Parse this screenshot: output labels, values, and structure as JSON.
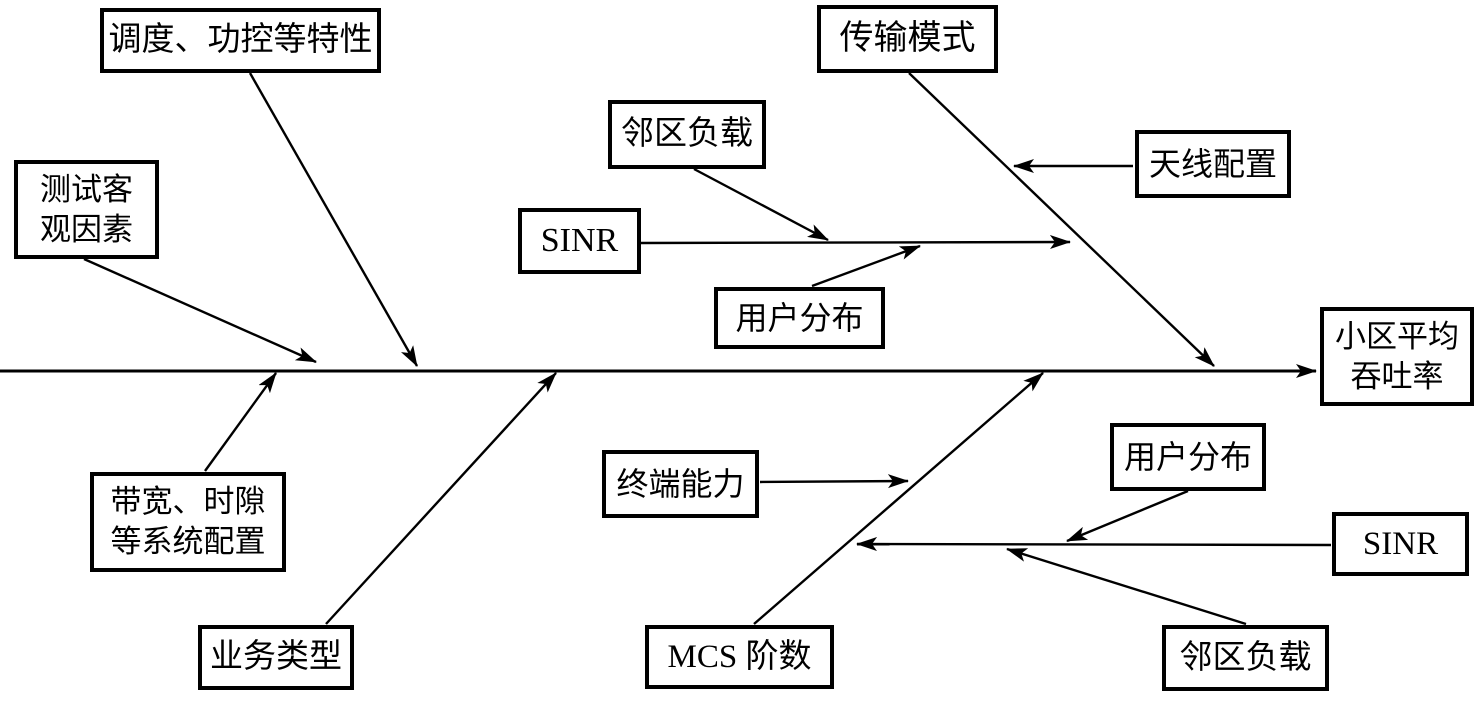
{
  "diagram_type": "fishbone-cause-effect",
  "colors": {
    "background": "#ffffff",
    "line": "#000000",
    "box_border": "#000000",
    "text": "#000000"
  },
  "effect": {
    "label": "小区平均\n吞吐率"
  },
  "nodes": {
    "scheduling": "调度、功控等特性",
    "test_objective": "测试客\n观因素",
    "neighbor_load_top": "邻区负载",
    "sinr_top": "SINR",
    "user_distribution_top": "用户分布",
    "transmission_mode": "传输模式",
    "antenna_config": "天线配置",
    "bandwidth_config": "带宽、时隙\n等系统配置",
    "service_type": "业务类型",
    "terminal_capability": "终端能力",
    "mcs_order": "MCS 阶数",
    "user_distribution_bottom": "用户分布",
    "sinr_bottom": "SINR",
    "neighbor_load_bottom": "邻区负载"
  }
}
